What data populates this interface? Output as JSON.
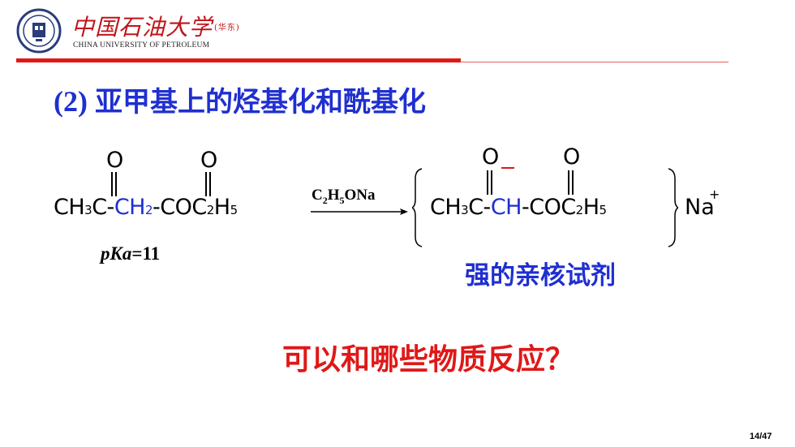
{
  "header": {
    "brand_cn": "中国石油大学",
    "brand_cn_sub": "(华东)",
    "brand_en": "CHINA UNIVERSITY OF PETROLEUM"
  },
  "slide": {
    "title_num": "(2)",
    "title_text": "亚甲基上的烃基化和酰基化",
    "reactant": {
      "p1": "CH",
      "s1": "3",
      "p2": "C-",
      "b1": "CH",
      "bs1": "2",
      "p3": "-COC",
      "s2": "2",
      "p4": "H",
      "s3": "5",
      "o_label": "O"
    },
    "reagent": {
      "p1": "C",
      "s1": "2",
      "p2": "H",
      "s2": "5",
      "p3": "ONa"
    },
    "product": {
      "p1": "CH",
      "s1": "3",
      "p2": "C-",
      "b1": "CH",
      "p3": "-COC",
      "s2": "2",
      "p4": "H",
      "s3": "5",
      "o_label": "O",
      "counter_ion": "Na",
      "charge": "+"
    },
    "pka": {
      "label": "pKa",
      "value": "=11"
    },
    "nucleophile_label": "强的亲核试剂",
    "question": "可以和哪些物质反应？",
    "page": "14/47"
  },
  "colors": {
    "brand_red": "#c0141a",
    "accent_blue": "#1f2fd0",
    "alert_red": "#e01818"
  }
}
